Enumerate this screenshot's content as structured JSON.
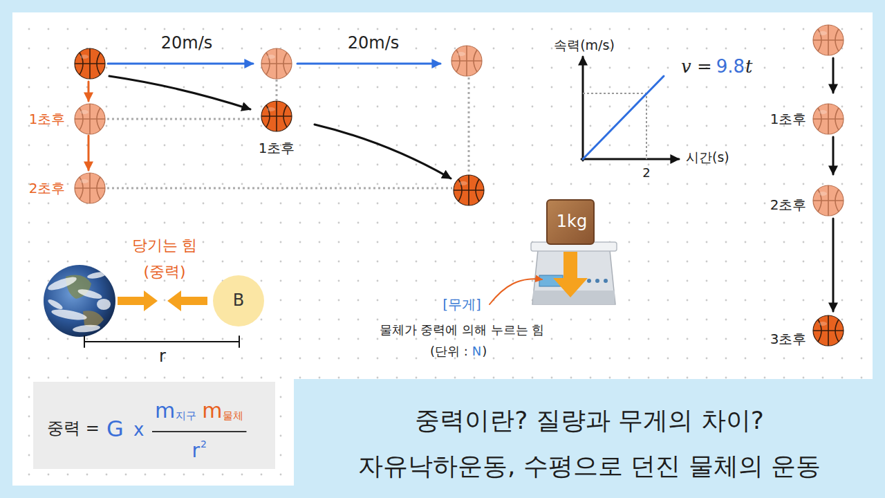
{
  "diagram": {
    "nodes": [
      {
        "text": [
          "1kg"
        ]
      },
      {
        "text": [
          "B"
        ]
      },
      {
        "text": [
          "중력 =",
          "G",
          "x",
          "m",
          "지구",
          "m",
          "물체",
          "r",
          "2"
        ]
      },
      {
        "text": [
          "중력이란? 질량과 무게의 차이?",
          "자유낙하운동, 수평으로 던진 물체의 운동"
        ]
      }
    ],
    "labels": [
      "20m/s",
      "20m/s",
      "1초후",
      "1초후",
      "2초후",
      "속력(m/s)",
      "v =",
      "9.8",
      "t",
      "시간(s)",
      "2",
      "1초후",
      "2초후",
      "3초후",
      "당기는 힘",
      "(중력)",
      "[무게]",
      "물체가 중력에 의해 누르는 힘",
      "(단위 :",
      "N",
      ")",
      "r"
    ]
  }
}
